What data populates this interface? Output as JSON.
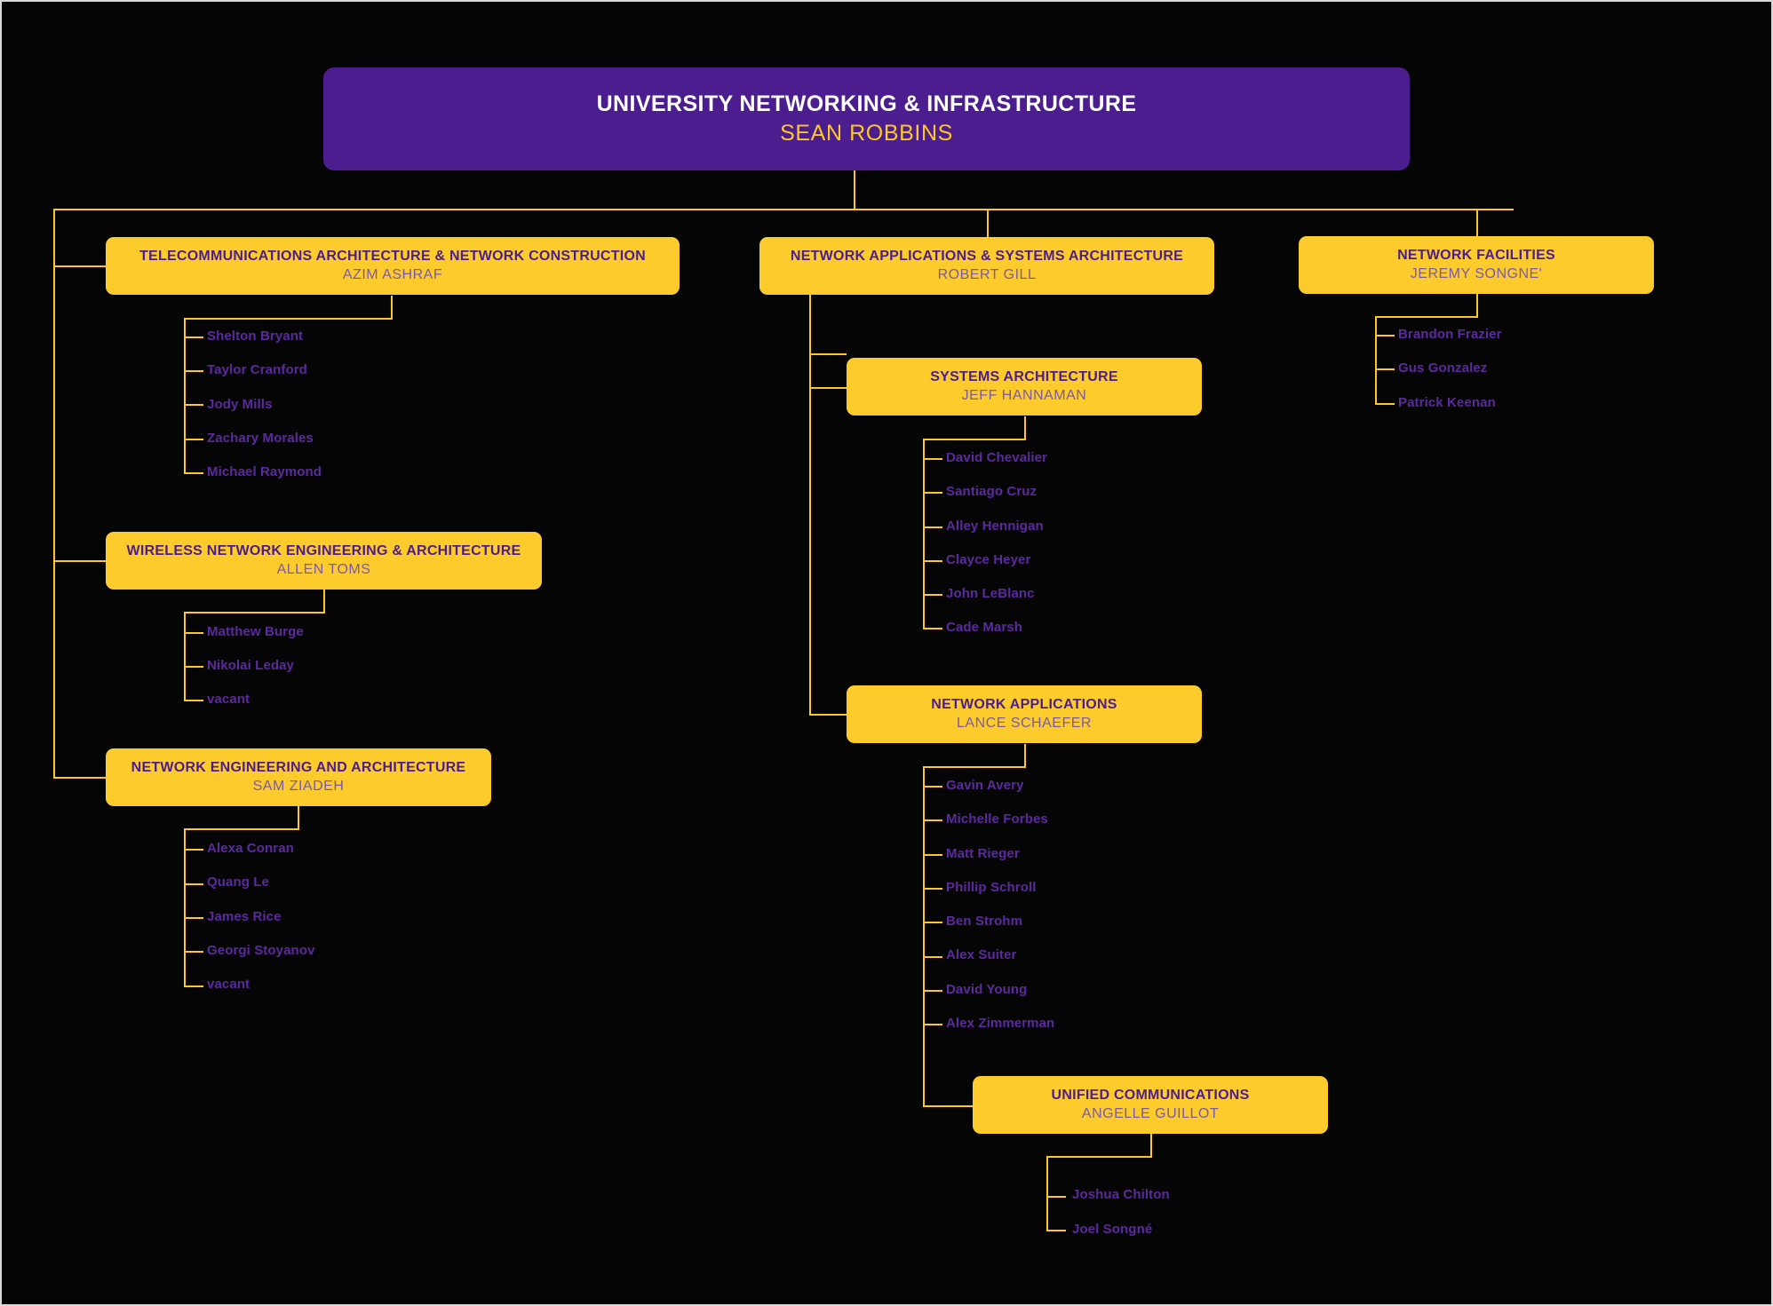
{
  "chart_data": {
    "type": "diagram",
    "diagram_kind": "org-chart",
    "title": "University Networking & Infrastructure Organizational Chart",
    "colors": {
      "background": "#050505",
      "connector": "#fcc827",
      "root_box": "#4b1d8e",
      "dept_box": "#fdcb2b",
      "root_title_text": "#ffffff",
      "root_person_text": "#fcc827",
      "dept_title_text": "#4b1d8e",
      "dept_person_text": "#7a5aa8",
      "staff_text": "#5b2a9e"
    }
  },
  "root": {
    "title": "UNIVERSITY NETWORKING & INFRASTRUCTURE",
    "person": "SEAN ROBBINS"
  },
  "departments": {
    "telecom": {
      "title": "TELECOMMUNICATIONS ARCHITECTURE & NETWORK CONSTRUCTION",
      "person": "AZIM ASHRAF",
      "staff": [
        "Shelton Bryant",
        "Taylor Cranford",
        "Jody Mills",
        "Zachary Morales",
        "Michael Raymond"
      ]
    },
    "wireless": {
      "title": "WIRELESS NETWORK ENGINEERING & ARCHITECTURE",
      "person": "ALLEN TOMS",
      "staff": [
        "Matthew Burge",
        "Nikolai Leday",
        "vacant"
      ]
    },
    "netengarch": {
      "title": "NETWORK ENGINEERING AND ARCHITECTURE",
      "person": "SAM ZIADEH",
      "staff": [
        "Alexa Conran",
        "Quang Le",
        "James Rice",
        "Georgi Stoyanov",
        "vacant"
      ]
    },
    "napsa": {
      "title": "NETWORK APPLICATIONS & SYSTEMS ARCHITECTURE",
      "person": "ROBERT GILL"
    },
    "sysarch": {
      "title": "SYSTEMS ARCHITECTURE",
      "person": "JEFF HANNAMAN",
      "staff": [
        "David Chevalier",
        "Santiago Cruz",
        "Alley Hennigan",
        "Clayce Heyer",
        "John LeBlanc",
        "Cade Marsh"
      ]
    },
    "netapps": {
      "title": "NETWORK APPLICATIONS",
      "person": "LANCE SCHAEFER",
      "staff": [
        "Gavin Avery",
        "Michelle Forbes",
        "Matt Rieger",
        "Phillip Schroll",
        "Ben Strohm",
        "Alex Suiter",
        "David Young",
        "Alex Zimmerman"
      ]
    },
    "unified": {
      "title": "UNIFIED COMMUNICATIONS",
      "person": "ANGELLE GUILLOT",
      "staff": [
        "Joshua Chilton",
        "Joel Songné"
      ]
    },
    "facilities": {
      "title": "NETWORK FACILITIES",
      "person": "JEREMY SONGNE'",
      "staff": [
        "Brandon Frazier",
        "Gus Gonzalez",
        "Patrick Keenan"
      ]
    }
  }
}
